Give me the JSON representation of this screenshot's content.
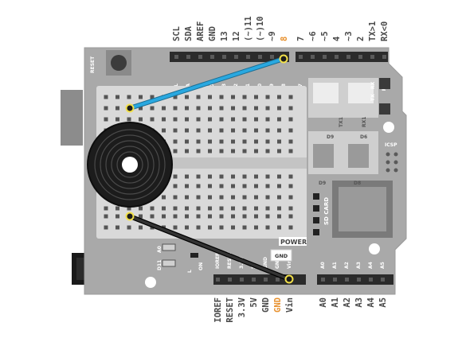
{
  "top_labels": [
    "SCL",
    "SDA",
    "AREF",
    "GND",
    "13",
    "12",
    "(~)11",
    "(~)10",
    "~9",
    "8",
    "7",
    "~6",
    "~5",
    "4",
    "~3",
    "2",
    "TX>1",
    "RX<0"
  ],
  "bottom_labels": [
    "IOREF",
    "RESET",
    "3.3V",
    "5V",
    "GND",
    "GND",
    "Vin",
    "A0",
    "A1",
    "A2",
    "A3",
    "A4",
    "A5"
  ],
  "board_top_labels": [
    "SCL",
    "SDA",
    "AREF",
    "GND",
    "13",
    "12",
    "11",
    "10",
    "9",
    "8",
    "7",
    "6",
    "5",
    "4",
    "3",
    "2",
    "TX",
    "RX"
  ],
  "board_bottom_labels": [
    "IOREF",
    "RESET",
    "3.3V",
    "5V",
    "GND",
    "GND",
    "Vin",
    "A0",
    "A1",
    "A2",
    "A3",
    "A4",
    "A5"
  ],
  "board": {
    "reset": "RESET",
    "power": "POWER",
    "gnd_tag": "GND",
    "icsp": "ICSP",
    "sd_card": "SD CARD",
    "t_d9": "D9",
    "t_d6": "D6",
    "t_tx1": "TX1",
    "t_rx1": "RX1",
    "t_a1": "A1",
    "t_a0": "A0",
    "t_d11": "D11",
    "t_l": "L",
    "t_on": "ON",
    "t_tx": "TX",
    "t_rx": "RX",
    "t_sd9": "D9",
    "t_sd8": "D8"
  },
  "colors": {
    "board": "#a9a9a9",
    "header": "#2b2b2b",
    "breadboard": "#d9d9d9",
    "wire_blue": "#29a8e0",
    "wire_black": "#1c1c1c",
    "highlight_pin": "#f2e04a",
    "label_highlight": "#e8912e"
  }
}
